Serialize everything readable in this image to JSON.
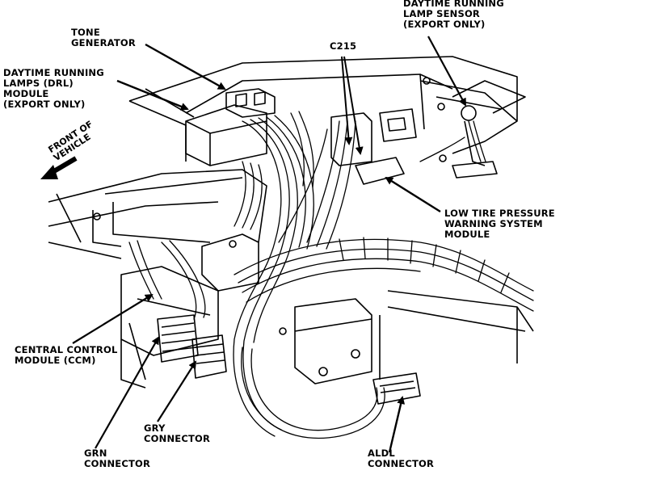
{
  "labels": {
    "tone_generator": [
      "TONE",
      "GENERATOR"
    ],
    "drl_module": [
      "DAYTIME RUNNING",
      "LAMPS (DRL)",
      "MODULE",
      "(EXPORT ONLY)"
    ],
    "drl_sensor": [
      "DAYTIME RUNNING",
      "LAMP SENSOR",
      "(EXPORT ONLY)"
    ],
    "c215": [
      "C215"
    ],
    "front_of_vehicle": [
      "FRONT OF",
      "VEHICLE"
    ],
    "low_tire": [
      "LOW TIRE PRESSURE",
      "WARNING SYSTEM",
      "MODULE"
    ],
    "ccm": [
      "CENTRAL CONTROL",
      "MODULE (CCM)"
    ],
    "gry": [
      "GRY",
      "CONNECTOR"
    ],
    "grn": [
      "GRN",
      "CONNECTOR"
    ],
    "aldl": [
      "ALDL",
      "CONNECTOR"
    ]
  },
  "colors": {
    "ink": "#000000",
    "paper": "#ffffff"
  }
}
